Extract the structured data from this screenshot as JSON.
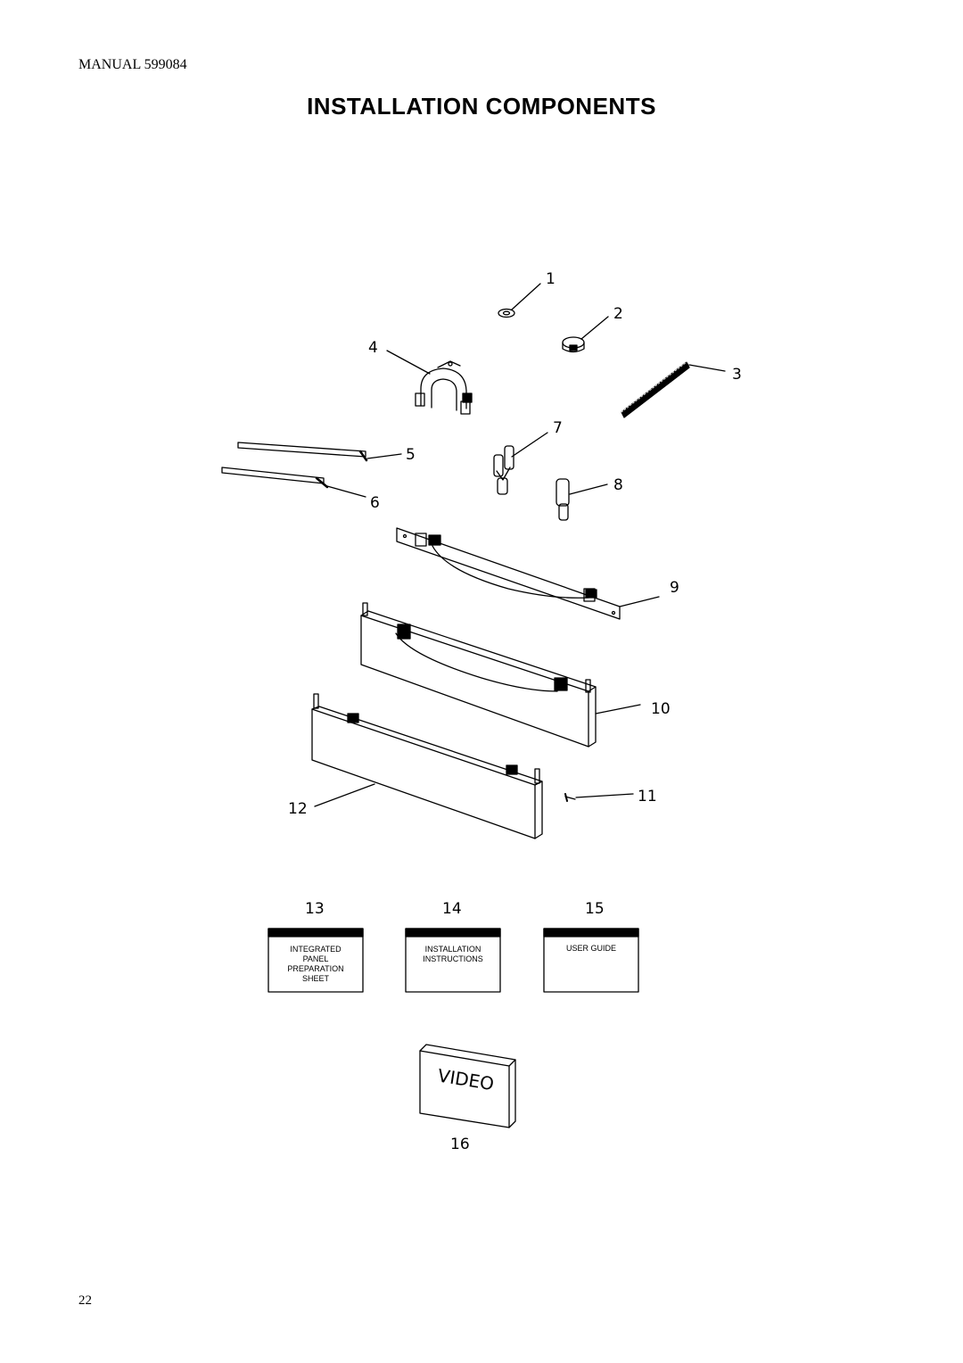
{
  "header": {
    "manual_label": "MANUAL 599084"
  },
  "title": "INSTALLATION COMPONENTS",
  "page_number": "22",
  "callouts": [
    "1",
    "2",
    "3",
    "4",
    "5",
    "6",
    "7",
    "8",
    "9",
    "10",
    "11",
    "12",
    "13",
    "14",
    "15",
    "16"
  ],
  "documents": [
    {
      "lines": [
        "INTEGRATED",
        "PANEL",
        "PREPARATION",
        "SHEET"
      ]
    },
    {
      "lines": [
        "INSTALLATION",
        "INSTRUCTIONS"
      ]
    },
    {
      "lines": [
        "USER GUIDE"
      ]
    }
  ],
  "video_label": "VIDEO"
}
